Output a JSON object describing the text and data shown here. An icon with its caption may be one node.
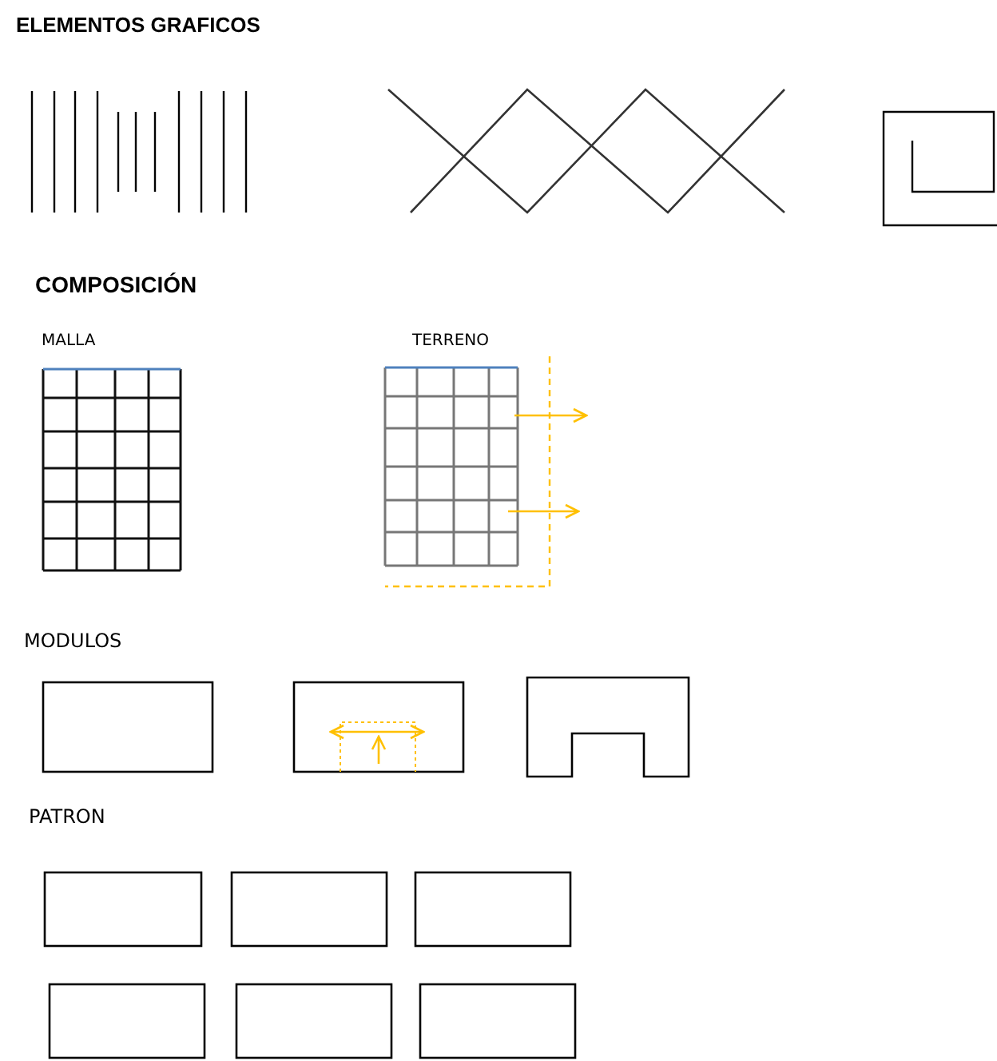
{
  "diagram": {
    "labels": [
      "ELEMENTOS GRAFICOS",
      "COMPOSICIÓN",
      "MALLA",
      "TERRENO",
      "MODULOS",
      "PATRON"
    ]
  }
}
